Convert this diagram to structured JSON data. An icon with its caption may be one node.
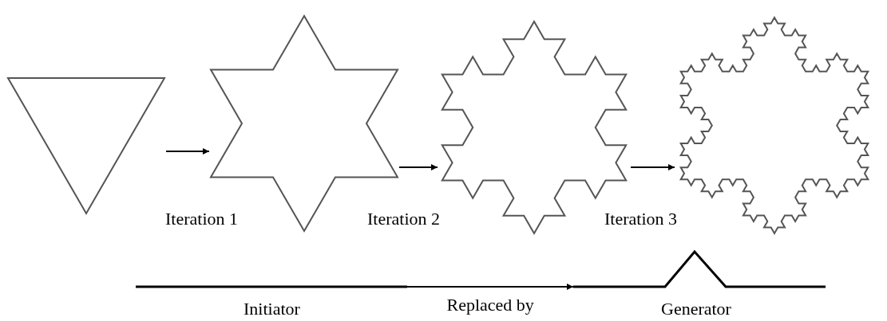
{
  "diagram": {
    "nodes": [
      {
        "text": [],
        "shape": "triangle"
      },
      {
        "text": [],
        "shape": "star",
        "beside": [
          "Iteration 1"
        ]
      },
      {
        "text": [],
        "shape": "snowflake",
        "beside": [
          "Iteration 2"
        ]
      },
      {
        "text": [],
        "shape": "snowflake",
        "beside": [
          "Iteration 3"
        ]
      },
      {
        "text": [],
        "shape": "line",
        "beside": [
          "Initiator"
        ]
      },
      {
        "text": [],
        "shape": "line",
        "beside": [
          "Generator"
        ]
      }
    ],
    "edges": [
      {
        "from": 0,
        "to": 1,
        "arrow": "to"
      },
      {
        "from": 1,
        "to": 2,
        "arrow": "to"
      },
      {
        "from": 2,
        "to": 3,
        "arrow": "to"
      },
      {
        "from": 4,
        "to": 5,
        "arrow": "to",
        "label": "Replaced by"
      }
    ]
  }
}
